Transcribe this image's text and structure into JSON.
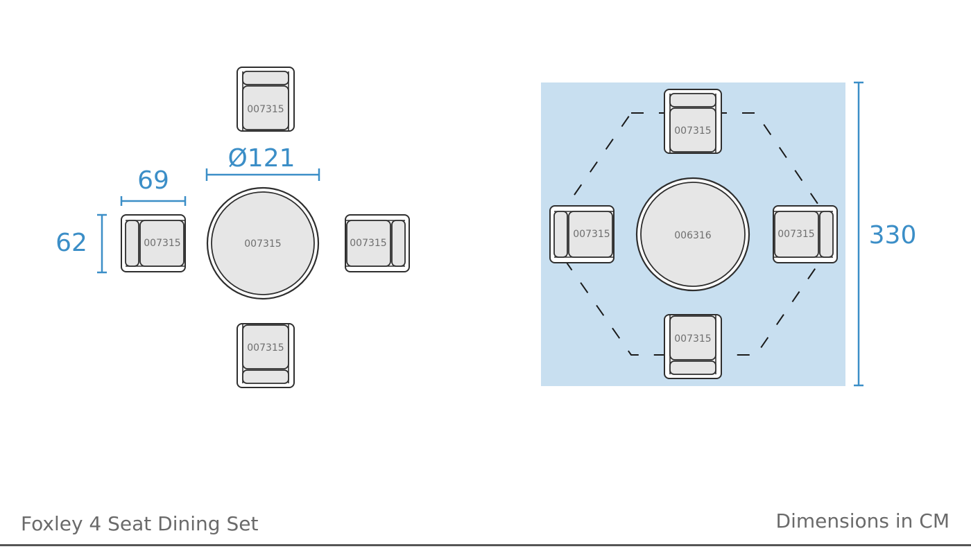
{
  "diagram_title": "Foxley 4 Seat Dining Set",
  "units_note": "Dimensions in CM",
  "colors": {
    "dimension": "#3b8ec7",
    "clearance_area": "#c8dff0",
    "outline": "#2e2e2e",
    "furniture_fill": "#e6e6e6",
    "label": "#6e6e6e"
  },
  "plan_view": {
    "table_code": "007315",
    "chair_code": "007315",
    "dimensions": {
      "table_diameter": "Ø121",
      "chair_width": "69",
      "chair_depth": "62"
    }
  },
  "clearance_view": {
    "table_code": "006316",
    "chair_code": "007315",
    "dimensions": {
      "overall": "330"
    }
  }
}
